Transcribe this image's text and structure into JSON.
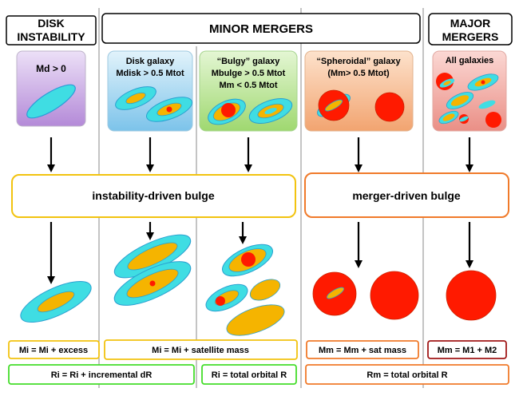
{
  "headers": {
    "disk_instability": [
      "DISK",
      "INSTABILITY"
    ],
    "minor_mergers": "MINOR MERGERS",
    "major_mergers": [
      "MAJOR",
      "MERGERS"
    ]
  },
  "panels": {
    "md": [
      "Md > 0"
    ],
    "disk_galaxy": [
      "Disk galaxy",
      "Mdisk > 0.5 Mtot"
    ],
    "bulgy_galaxy": [
      "“Bulgy” galaxy",
      "Mbulge > 0.5 Mtot",
      "Mm < 0.5 Mtot"
    ],
    "spheroidal_galaxy": [
      "“Spheroidal” galaxy",
      "(Mm> 0.5 Mtot)"
    ],
    "all_galaxies": [
      "All galaxies"
    ]
  },
  "outcomes": {
    "instability_bulge": "instability-driven bulge",
    "merger_bulge": "merger-driven bulge"
  },
  "equations": {
    "mi_excess": "Mi = Mi + excess",
    "mi_satellite": "Mi = Mi + satellite mass",
    "mm_sat": "Mm = Mm + sat mass",
    "mm_m1m2": "Mm = M1 + M2",
    "ri_incremental": "Ri = Ri + incremental dR",
    "ri_orbital": "Ri = total orbital R",
    "rm_orbital": "Rm = total orbital R"
  },
  "colors": {
    "disk_cyan": "#3fdde3",
    "bulge_orange": "#f5b400",
    "core_red": "#ff1a00",
    "yellow_border": "#f2c30f",
    "orange_border": "#f07a2a",
    "green_border": "#44dd2a",
    "darkred_border": "#a01818"
  }
}
